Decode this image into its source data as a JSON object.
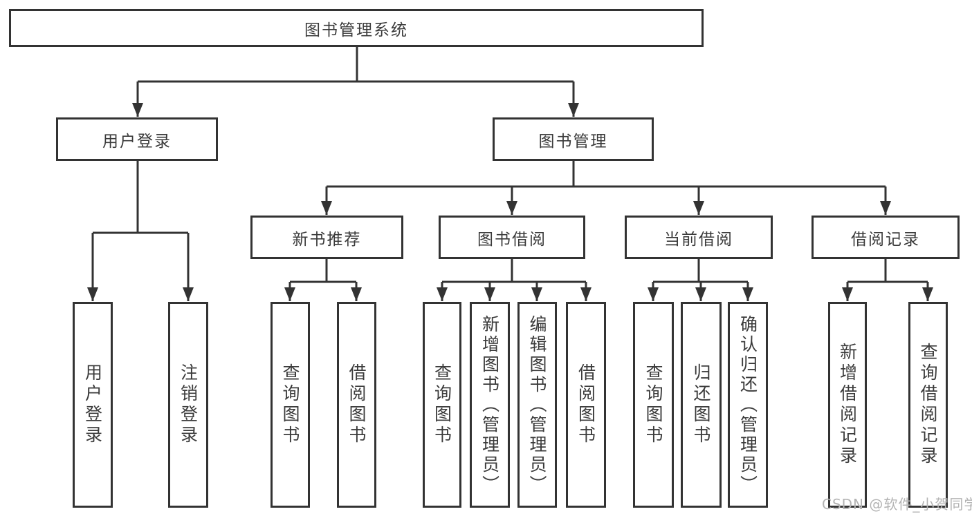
{
  "diagram_type": "functional-structure-tree",
  "colors": {
    "line": "#333333",
    "box_border": "#333333",
    "box_background": "#ffffff",
    "text": "#3b3b3b",
    "watermark": "#b3b3b3",
    "background": "#ffffff"
  },
  "watermark": "CSDN @软件_小贺同学",
  "tree": {
    "label": "图书管理系统",
    "children": [
      {
        "label": "用户登录",
        "children": [
          {
            "label": "用户登录"
          },
          {
            "label": "注销登录"
          }
        ]
      },
      {
        "label": "图书管理",
        "children": [
          {
            "label": "新书推荐",
            "children": [
              {
                "label": "查询图书"
              },
              {
                "label": "借阅图书"
              }
            ]
          },
          {
            "label": "图书借阅",
            "children": [
              {
                "label": "查询图书"
              },
              {
                "label": "新增图书（管理员）"
              },
              {
                "label": "编辑图书（管理员）"
              },
              {
                "label": "借阅图书"
              }
            ]
          },
          {
            "label": "当前借阅",
            "children": [
              {
                "label": "查询图书"
              },
              {
                "label": "归还图书"
              },
              {
                "label": "确认归还（管理员）"
              }
            ]
          },
          {
            "label": "借阅记录",
            "children": [
              {
                "label": "新增借阅记录"
              },
              {
                "label": "查询借阅记录"
              }
            ]
          }
        ]
      }
    ]
  }
}
